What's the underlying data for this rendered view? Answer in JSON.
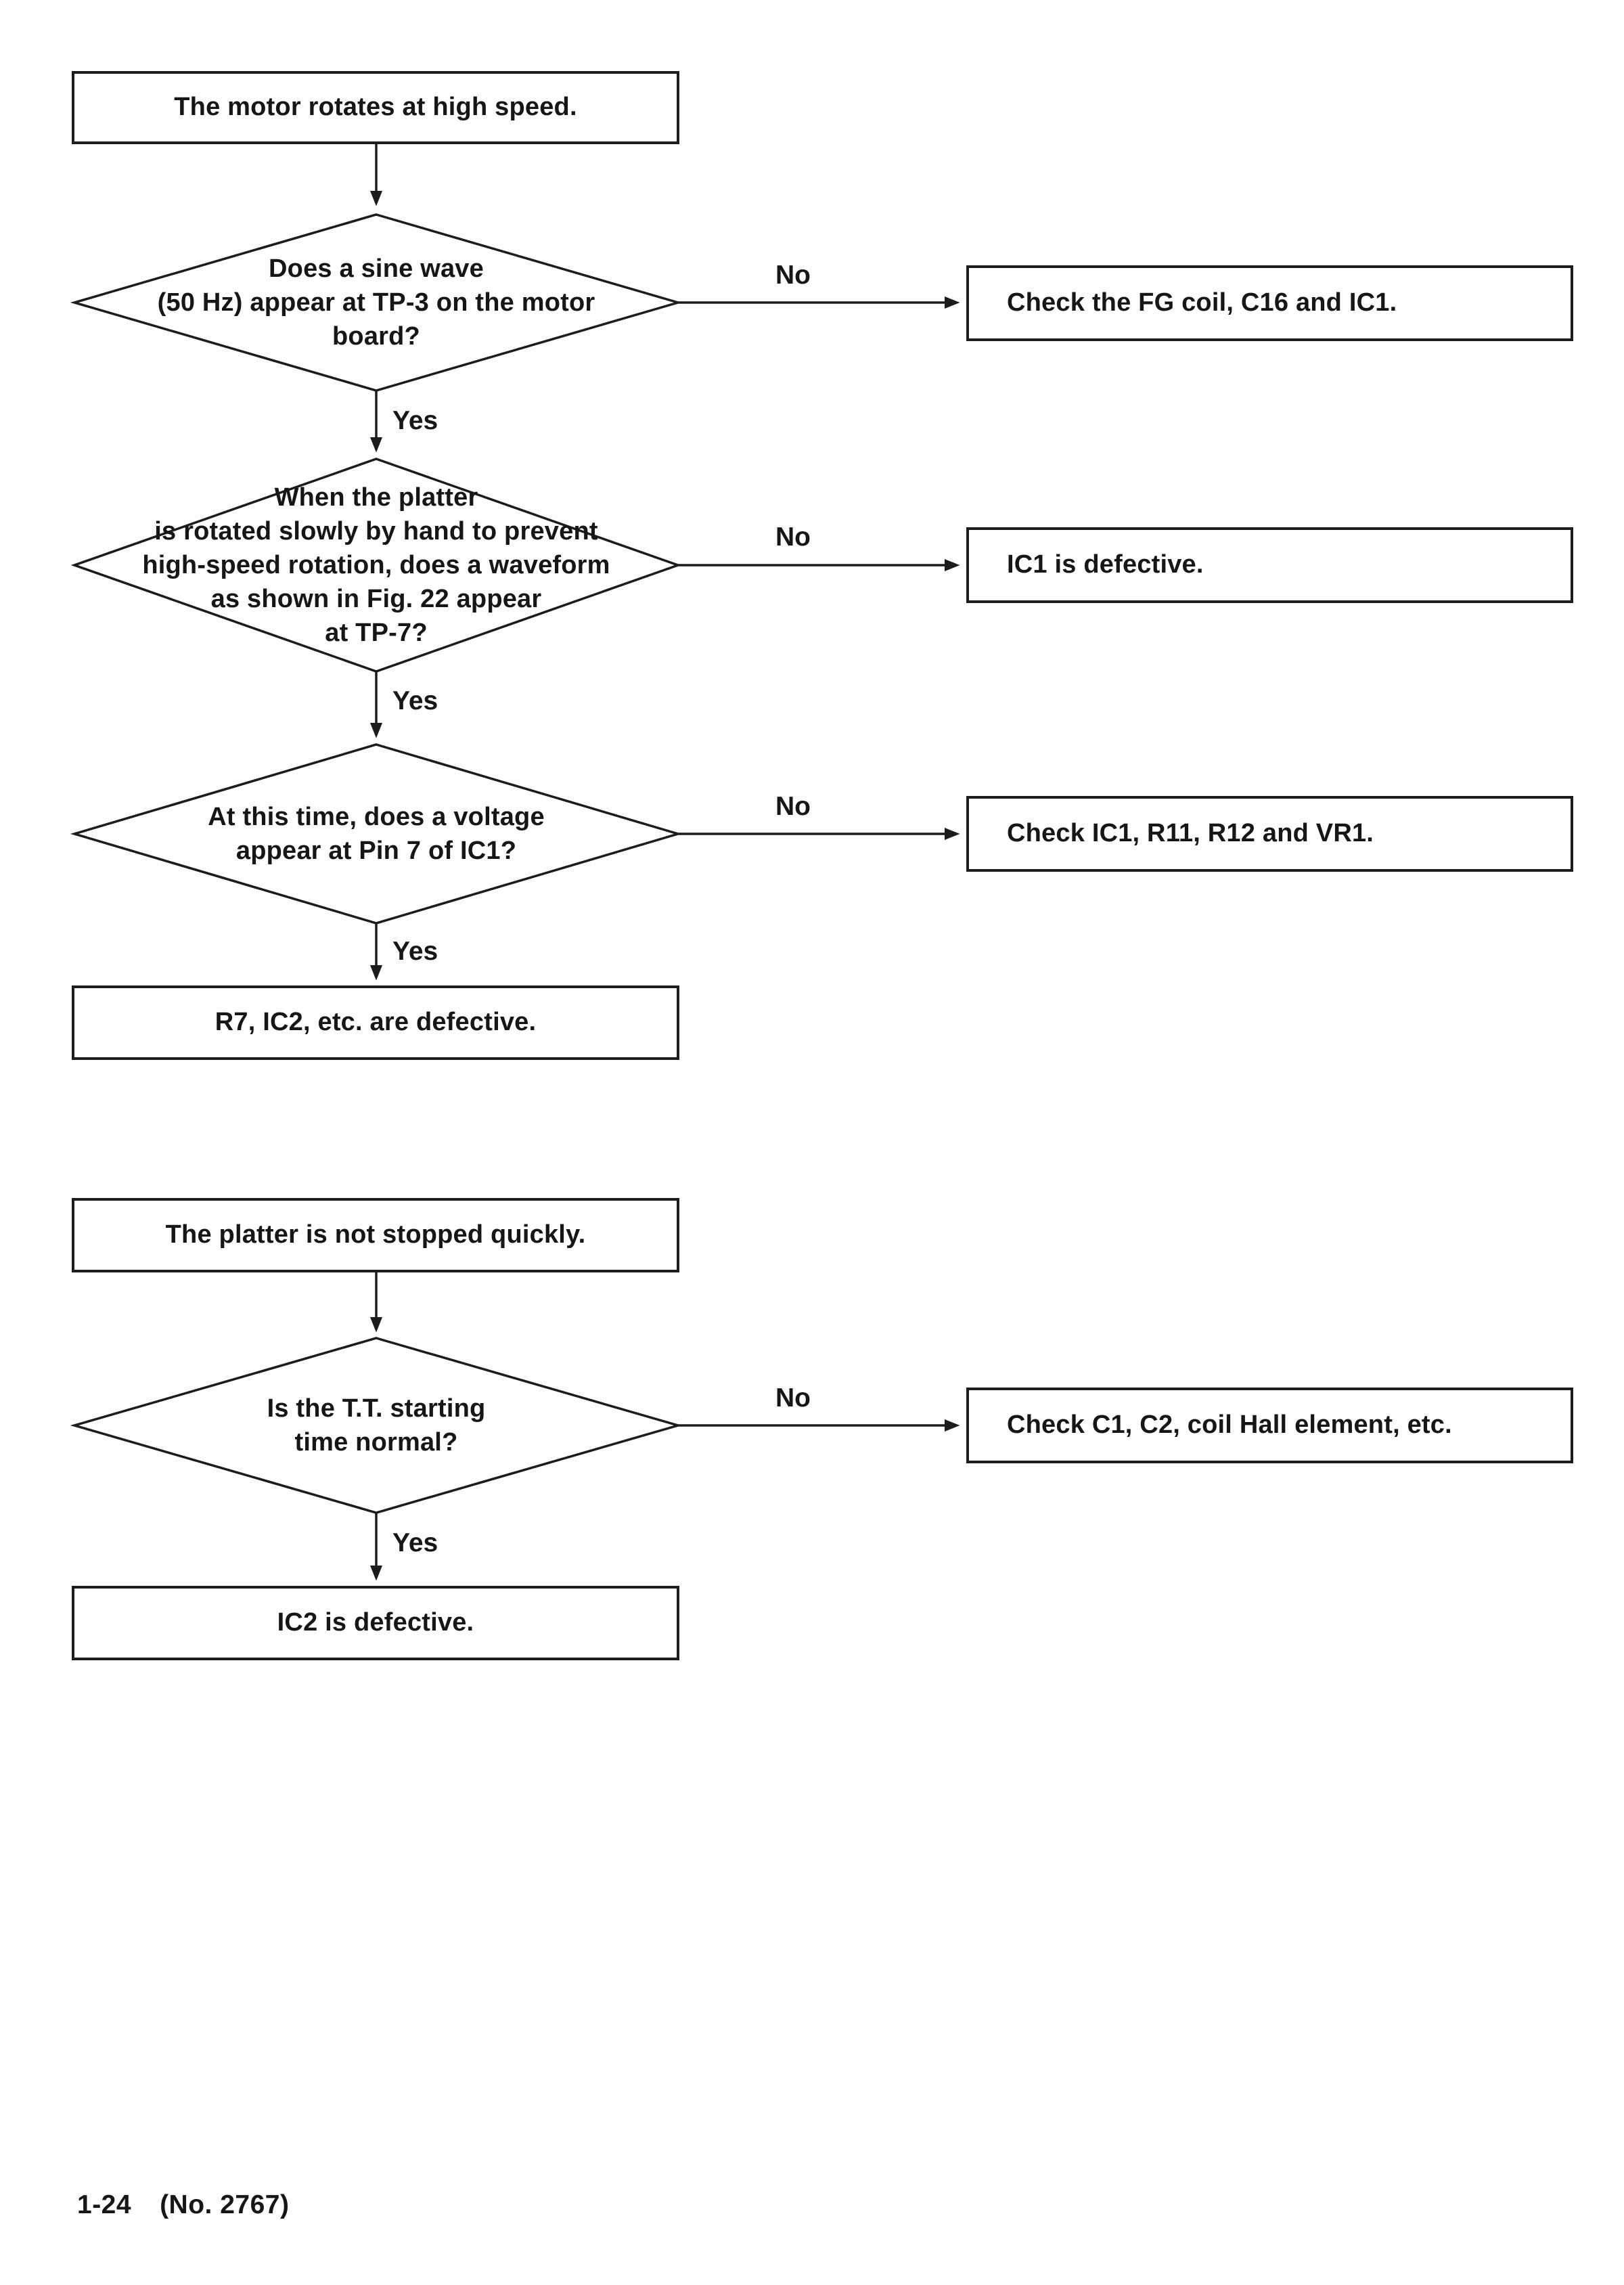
{
  "colors": {
    "ink": "#1c1c1c",
    "paper": "#fdfdfc"
  },
  "flows": [
    {
      "start": "The motor rotates at high speed.",
      "steps": [
        {
          "question": "Does a sine wave\n(50 Hz) appear at TP-3 on the motor\nboard?",
          "no_label": "No",
          "no_action": "Check the FG coil, C16 and IC1.",
          "yes_label": "Yes"
        },
        {
          "question": "When the platter\nis rotated slowly by hand to prevent\nhigh-speed rotation, does a waveform\nas shown in Fig. 22 appear\nat TP-7?",
          "no_label": "No",
          "no_action": "IC1 is defective.",
          "yes_label": "Yes"
        },
        {
          "question": "At this time, does a voltage\nappear at Pin 7 of IC1?",
          "no_label": "No",
          "no_action": "Check IC1, R11, R12 and VR1.",
          "yes_label": "Yes"
        }
      ],
      "result": "R7, IC2, etc. are defective."
    },
    {
      "start": "The platter is not stopped quickly.",
      "steps": [
        {
          "question": "Is the T.T. starting\ntime normal?",
          "no_label": "No",
          "no_action": "Check C1, C2, coil Hall element, etc.",
          "yes_label": "Yes"
        }
      ],
      "result": "IC2 is defective."
    }
  ],
  "footer": {
    "page_number": "1-24",
    "doc_number": "(No. 2767)"
  }
}
